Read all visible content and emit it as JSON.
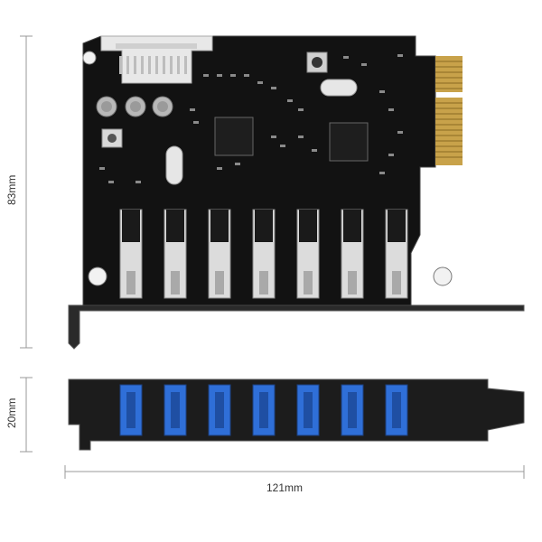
{
  "dimensions": {
    "height_board": "83mm",
    "height_bracket": "20mm",
    "width": "121mm"
  },
  "product": {
    "usb_ports": 7,
    "port_color_side_view": "#2f6fd8",
    "board_color": "#111111",
    "bracket_color": "#1c1c1c"
  },
  "icons": [
    "pcie-edge-connector-icon",
    "sata-power-connector-icon",
    "usb3-port-icon",
    "capacitor-icon",
    "chip-icon",
    "mounting-hole-icon"
  ]
}
